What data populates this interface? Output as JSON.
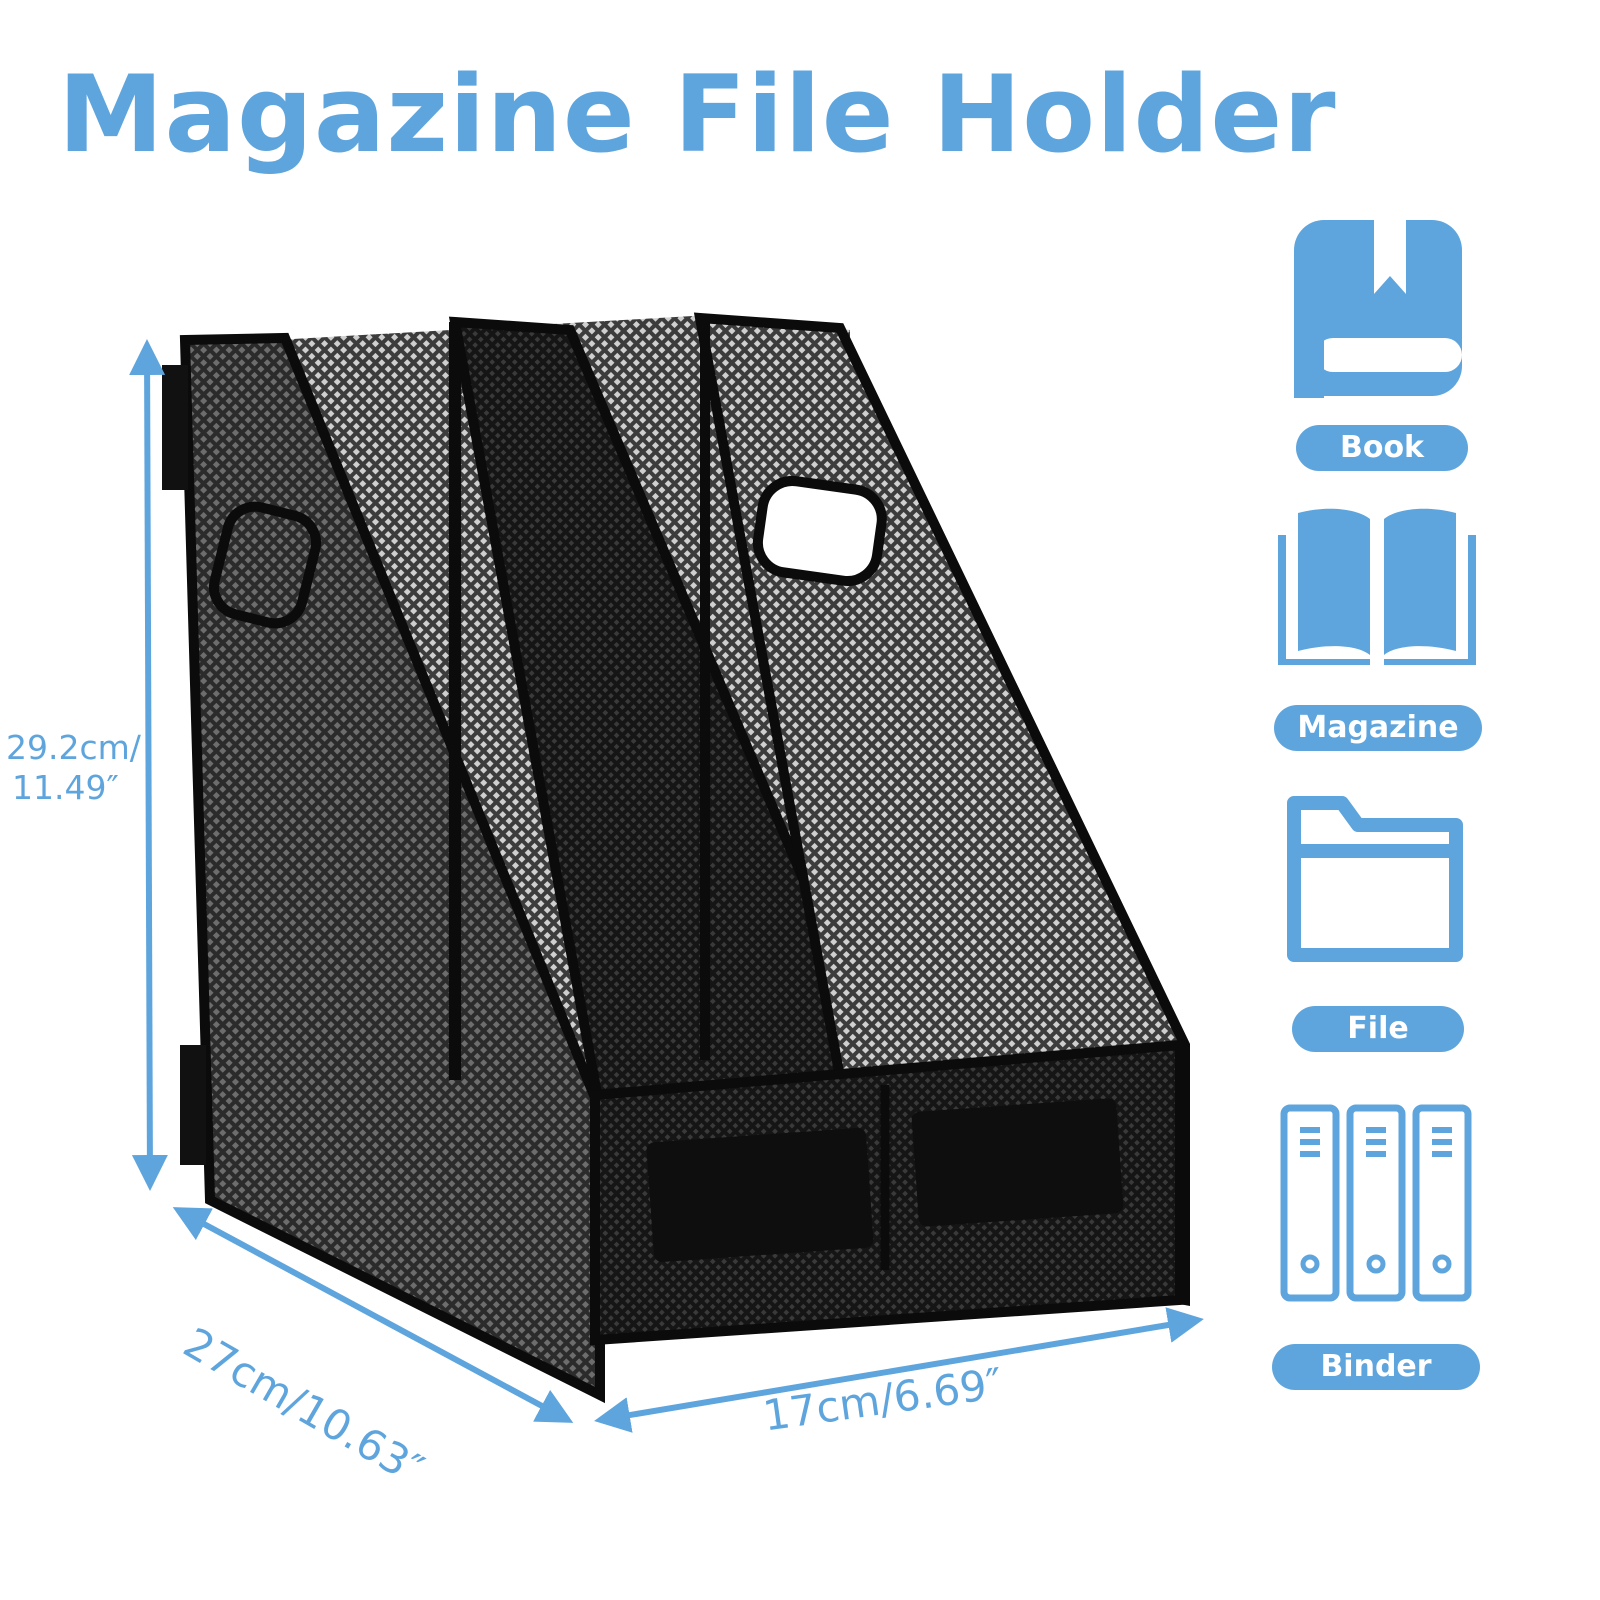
{
  "title": "Magazine File Holder",
  "colors": {
    "accent": "#5fa5dd",
    "product": "#111111"
  },
  "dimensions": {
    "height_line1": "29.2cm/",
    "height_line2": "11.49″",
    "depth": "27cm/10.63″",
    "width": "17cm/6.69″"
  },
  "uses": [
    {
      "label": "Book",
      "icon": "book-icon"
    },
    {
      "label": "Magazine",
      "icon": "open-magazine-icon"
    },
    {
      "label": "File",
      "icon": "folder-icon"
    },
    {
      "label": "Binder",
      "icon": "binders-icon"
    }
  ]
}
